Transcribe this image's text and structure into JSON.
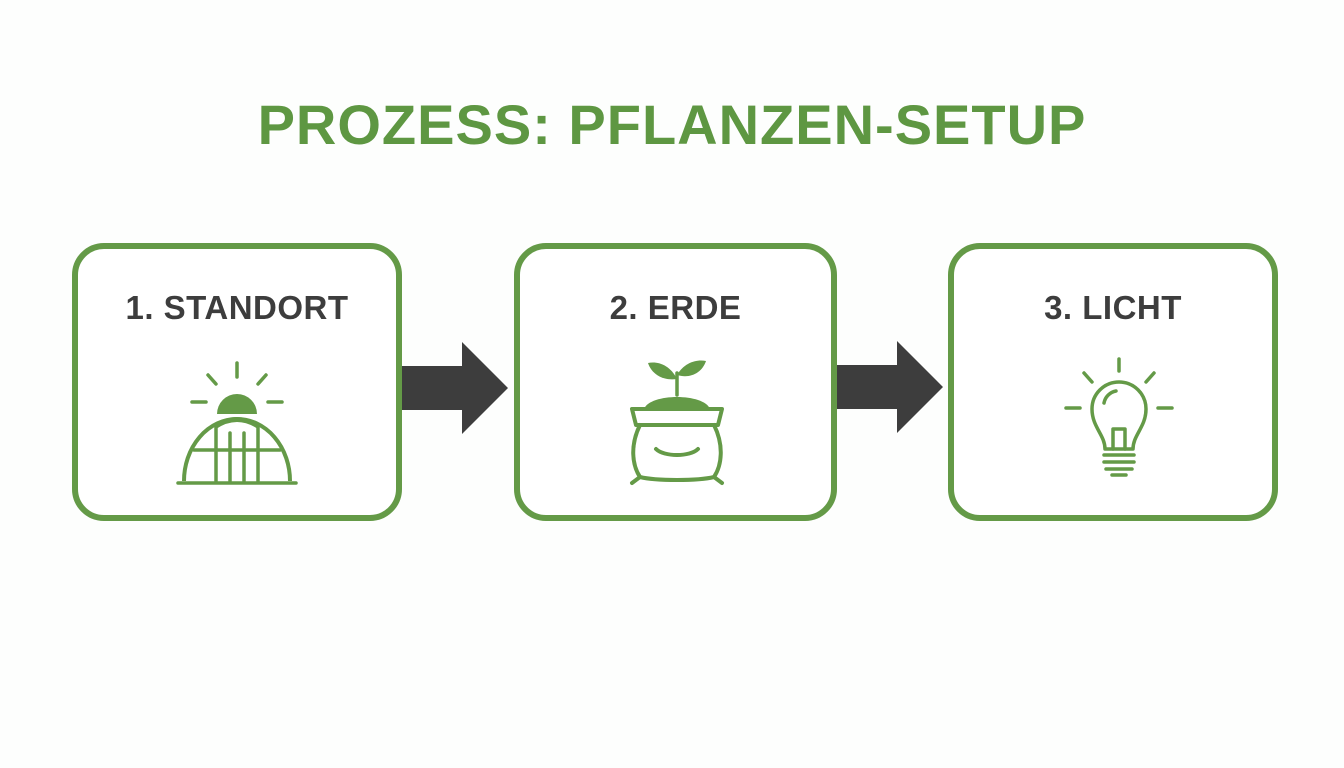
{
  "title": "PROZESS: PFLANZEN-SETUP",
  "steps": [
    {
      "label": "1. STANDORT",
      "icon": "greenhouse-sun-icon"
    },
    {
      "label": "2. ERDE",
      "icon": "soil-sack-sprout-icon"
    },
    {
      "label": "3. LICHT",
      "icon": "light-bulb-icon"
    }
  ],
  "colors": {
    "accent": "#5e9742",
    "border": "#649a47",
    "text": "#3d3d3d",
    "arrow": "#3d3d3d"
  }
}
